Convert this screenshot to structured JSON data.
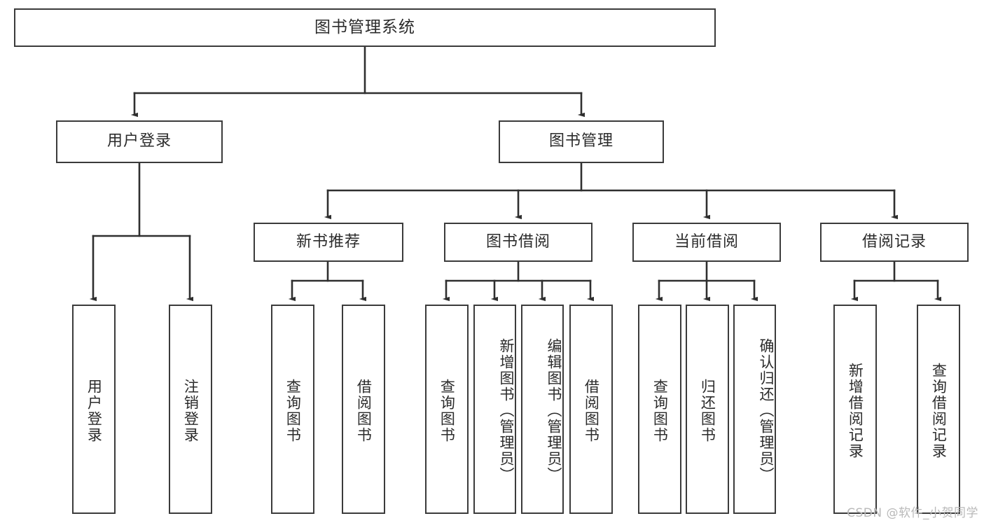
{
  "diagram": {
    "title": "图书管理系统",
    "type": "tree-hierarchy-diagram",
    "watermark": "CSDN @软件_小贺同学",
    "colors": {
      "border": "#3b3b3b",
      "text": "#2b2b2b",
      "background": "#ffffff",
      "connector": "#2f2f2f",
      "watermark": "#b9b9b9"
    },
    "nodes": {
      "root": {
        "label": "图书管理系统"
      },
      "level2": [
        {
          "id": "user-login",
          "label": "用户登录"
        },
        {
          "id": "book-manage",
          "label": "图书管理"
        }
      ],
      "level3": [
        {
          "id": "new-book-recommend",
          "label": "新书推荐"
        },
        {
          "id": "book-borrow",
          "label": "图书借阅"
        },
        {
          "id": "current-borrow",
          "label": "当前借阅"
        },
        {
          "id": "borrow-record",
          "label": "借阅记录"
        }
      ],
      "leaves": {
        "user-login": [
          {
            "id": "leaf-user-login",
            "label": "用户登录"
          },
          {
            "id": "leaf-user-logout",
            "label": "注销登录"
          }
        ],
        "new-book-recommend": [
          {
            "id": "leaf-query-book-1",
            "label": "查询图书"
          },
          {
            "id": "leaf-borrow-book-1",
            "label": "借阅图书"
          }
        ],
        "book-borrow": [
          {
            "id": "leaf-query-book-2",
            "label": "查询图书"
          },
          {
            "id": "leaf-add-book",
            "label": "新增图书（管理员）"
          },
          {
            "id": "leaf-edit-book",
            "label": "编辑图书（管理员）"
          },
          {
            "id": "leaf-borrow-book-2",
            "label": "借阅图书"
          }
        ],
        "current-borrow": [
          {
            "id": "leaf-query-book-3",
            "label": "查询图书"
          },
          {
            "id": "leaf-return-book",
            "label": "归还图书"
          },
          {
            "id": "leaf-confirm-return",
            "label": "确认归还（管理员）"
          }
        ],
        "borrow-record": [
          {
            "id": "leaf-add-record",
            "label": "新增借阅记录"
          },
          {
            "id": "leaf-query-record",
            "label": "查询借阅记录"
          }
        ]
      }
    }
  }
}
